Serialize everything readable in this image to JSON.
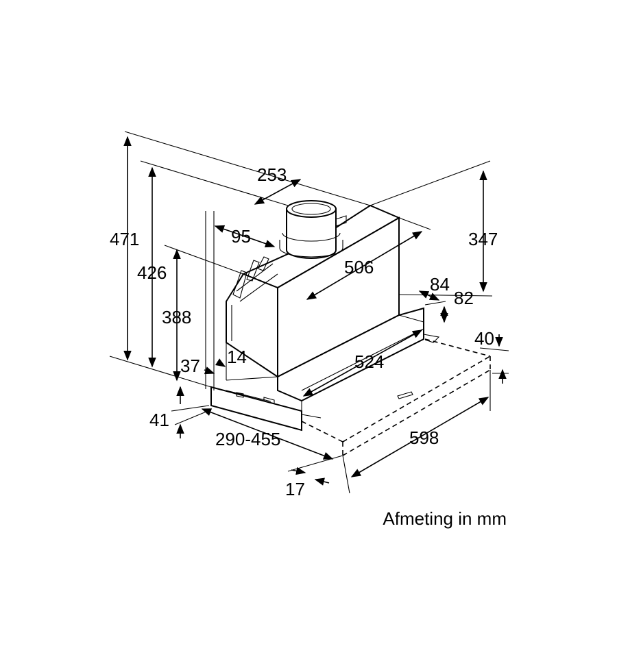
{
  "dimensions": {
    "d471": "471",
    "d426": "426",
    "d388": "388",
    "d253": "253",
    "d95": "95",
    "d506": "506",
    "d347": "347",
    "d84": "84",
    "d82": "82",
    "d40": "40",
    "d524": "524",
    "d37": "37",
    "d14": "14",
    "d41": "41",
    "d290_455": "290-455",
    "d598": "598",
    "d17": "17"
  },
  "caption": "Afmeting in mm"
}
